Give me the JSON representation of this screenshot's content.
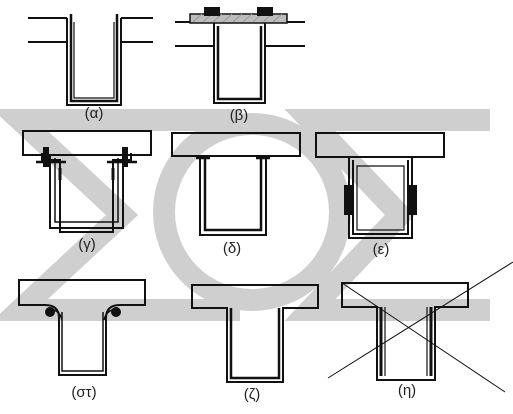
{
  "figure": {
    "watermark_text": "ΣΟΣ",
    "watermark_color": "#cfcfcf",
    "stroke_color": "#111111",
    "plate_hatch_color": "#9a9a9a",
    "labels": {
      "a": "(α)",
      "b": "(β)",
      "c": "(γ)",
      "d": "(δ)",
      "e": "(ε)",
      "st": "(στ)",
      "z": "(ζ)",
      "h": "(η)"
    }
  }
}
